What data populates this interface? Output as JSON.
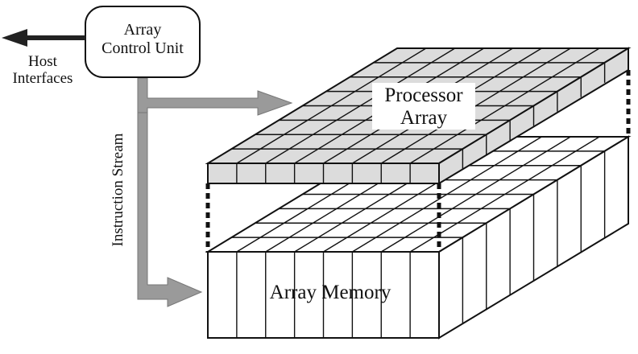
{
  "control_unit": {
    "label_line1": "Array",
    "label_line2": "Control Unit"
  },
  "host": {
    "label_line1": "Host",
    "label_line2": "Interfaces"
  },
  "instruction_stream": {
    "label": "Instruction Stream"
  },
  "processor_array": {
    "label_line1": "Processor",
    "label_line2": "Array"
  },
  "array_memory": {
    "label": "Array Memory"
  },
  "colors": {
    "processor_cell": "#dcdcdc",
    "arrow_fill": "#9a9a9a",
    "host_arrow": "#222222",
    "line": "#111111"
  },
  "grid": {
    "columns": 8,
    "depth": 8
  }
}
